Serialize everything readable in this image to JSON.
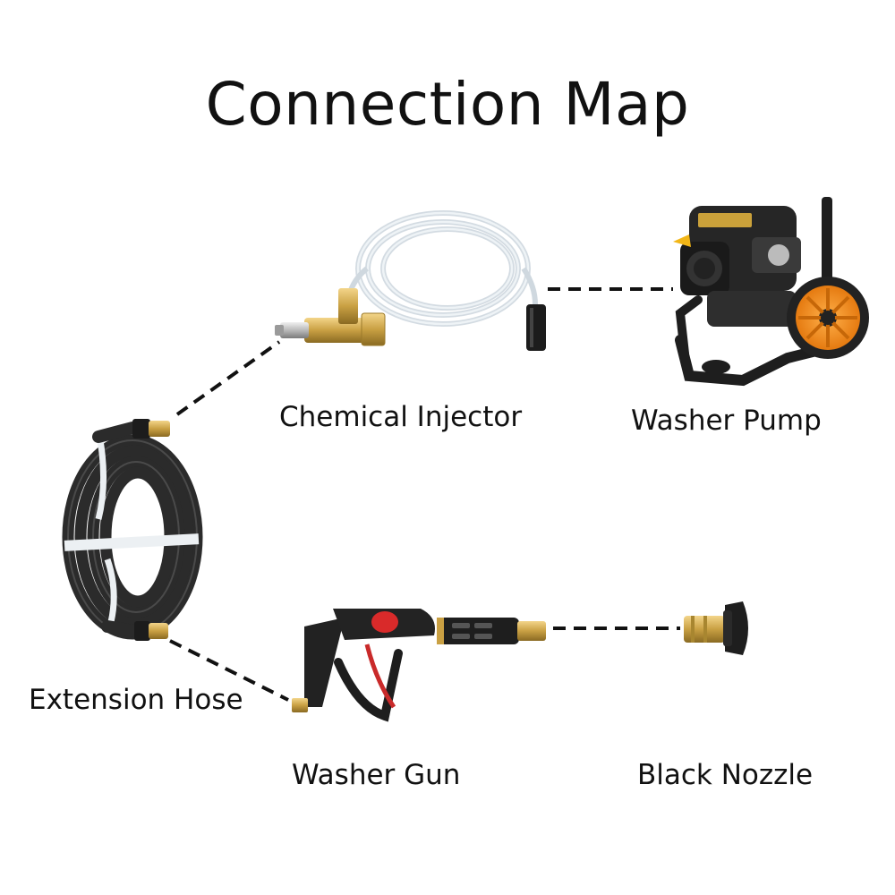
{
  "title": "Connection Map",
  "components": {
    "chemical_injector": {
      "label": "Chemical Injector",
      "icon": "chemical-injector-icon"
    },
    "washer_pump": {
      "label": "Washer Pump",
      "icon": "pressure-washer-pump-icon"
    },
    "extension_hose": {
      "label": "Extension Hose",
      "icon": "coiled-hose-icon"
    },
    "washer_gun": {
      "label": "Washer Gun",
      "icon": "spray-gun-icon"
    },
    "black_nozzle": {
      "label": "Black Nozzle",
      "icon": "nozzle-icon"
    }
  },
  "connections": [
    {
      "from": "Chemical Injector",
      "to": "Washer Pump"
    },
    {
      "from": "Extension Hose",
      "to": "Chemical Injector"
    },
    {
      "from": "Extension Hose",
      "to": "Washer Gun"
    },
    {
      "from": "Washer Gun",
      "to": "Black Nozzle"
    }
  ],
  "colors": {
    "connector_line": "#111111",
    "brass": "#c9a043",
    "wheel_orange": "#f08a1c",
    "hose_black": "#2b2b2b",
    "gun_red": "#d92a2a"
  }
}
